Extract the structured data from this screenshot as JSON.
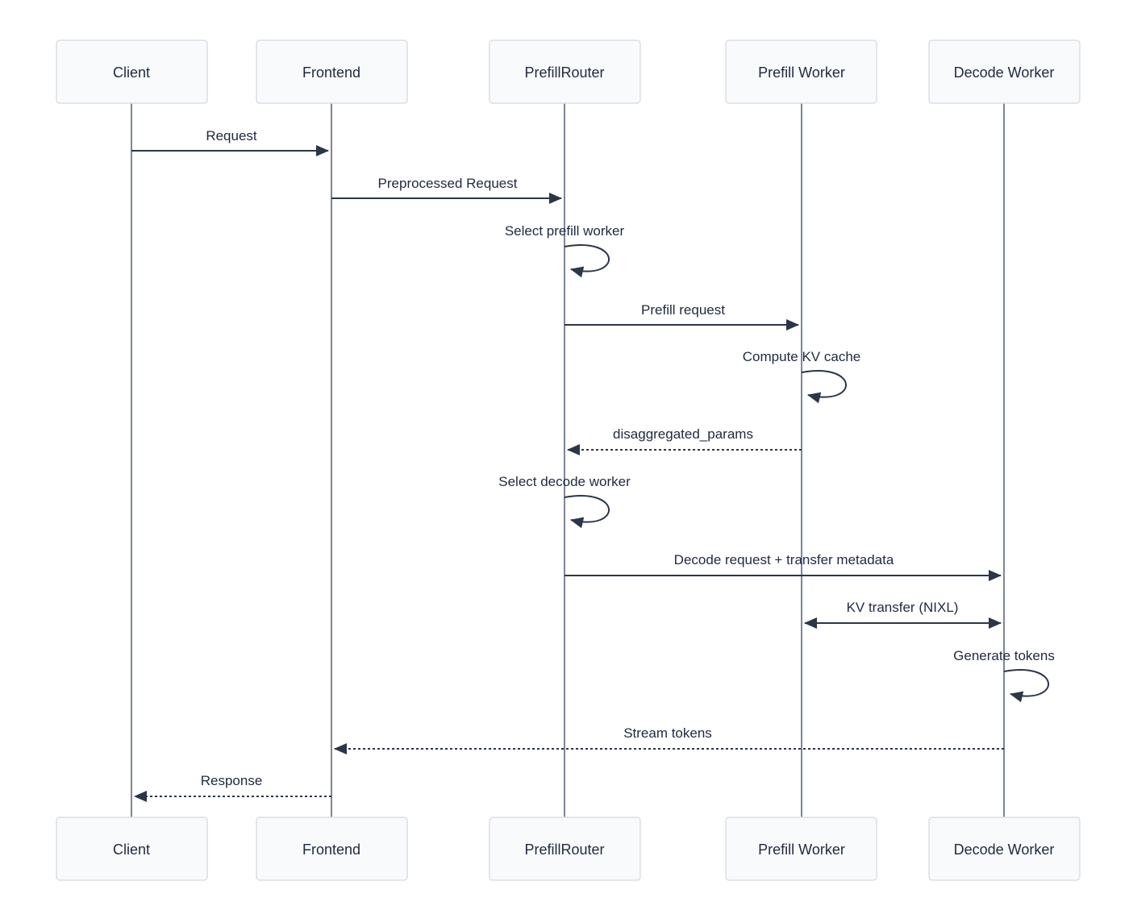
{
  "diagram": {
    "type": "sequence-diagram",
    "participants": [
      {
        "name": "Client"
      },
      {
        "name": "Frontend"
      },
      {
        "name": "PrefillRouter"
      },
      {
        "name": "Prefill Worker"
      },
      {
        "name": "Decode Worker"
      }
    ],
    "messages": [
      {
        "from": "Client",
        "to": "Frontend",
        "text": "Request",
        "style": "solid"
      },
      {
        "from": "Frontend",
        "to": "PrefillRouter",
        "text": "Preprocessed Request",
        "style": "solid"
      },
      {
        "from": "PrefillRouter",
        "to": "PrefillRouter",
        "text": "Select prefill worker",
        "style": "self"
      },
      {
        "from": "PrefillRouter",
        "to": "Prefill Worker",
        "text": "Prefill request",
        "style": "solid"
      },
      {
        "from": "Prefill Worker",
        "to": "Prefill Worker",
        "text": "Compute KV cache",
        "style": "self"
      },
      {
        "from": "Prefill Worker",
        "to": "PrefillRouter",
        "text": "disaggregated_params",
        "style": "dashed"
      },
      {
        "from": "PrefillRouter",
        "to": "PrefillRouter",
        "text": "Select decode worker",
        "style": "self"
      },
      {
        "from": "PrefillRouter",
        "to": "Decode Worker",
        "text": "Decode request + transfer metadata",
        "style": "solid"
      },
      {
        "from": "Prefill Worker",
        "to": "Decode Worker",
        "text": "KV transfer (NIXL)",
        "style": "solid-bidirectional"
      },
      {
        "from": "Decode Worker",
        "to": "Decode Worker",
        "text": "Generate tokens",
        "style": "self"
      },
      {
        "from": "Decode Worker",
        "to": "Frontend",
        "text": "Stream tokens",
        "style": "dashed"
      },
      {
        "from": "Frontend",
        "to": "Client",
        "text": "Response",
        "style": "dashed"
      }
    ],
    "colors": {
      "background": "#ffffff",
      "participant_fill": "#f9fafb",
      "participant_border": "#dbdfe5",
      "text": "#1f2940",
      "lifeline": "#7b8698",
      "message_line": "#2b3648"
    }
  }
}
